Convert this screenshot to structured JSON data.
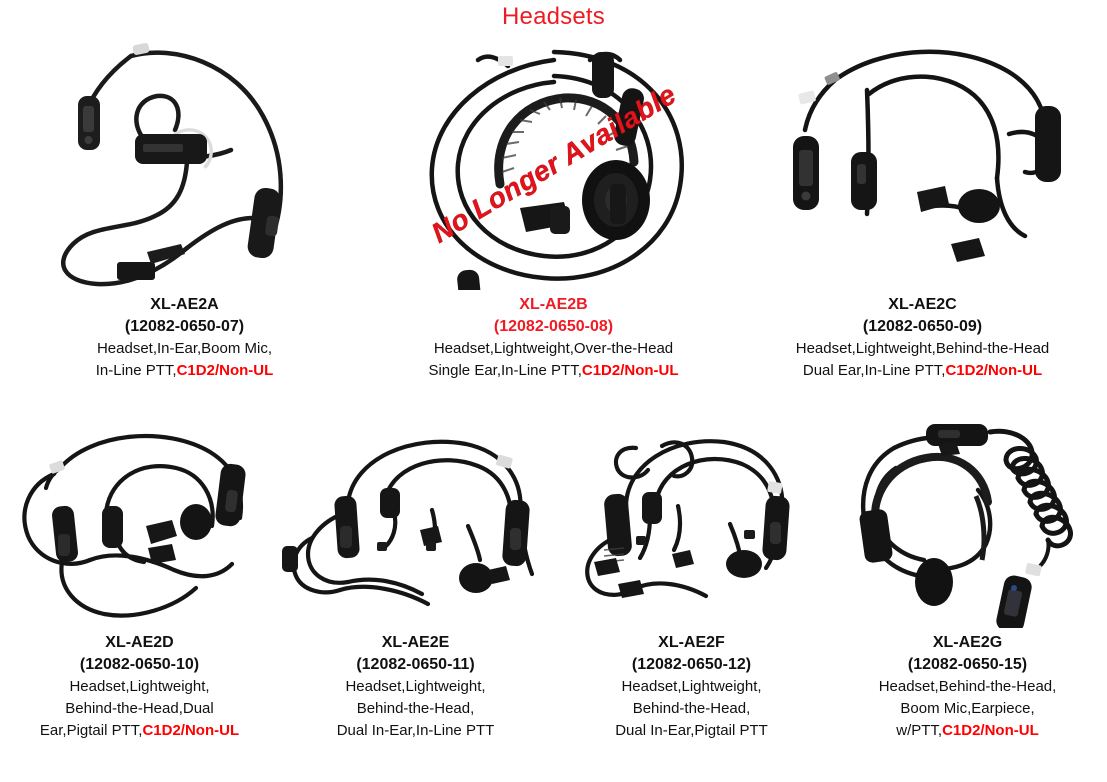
{
  "page": {
    "title": "Headsets",
    "title_color": "#ed1c24",
    "background_color": "#ffffff",
    "flag_color": "#ff0000",
    "discontinued_color": "#ee1c25",
    "watermark_text": "No Longer Available"
  },
  "rows": [
    {
      "products": [
        {
          "image_name": "headset-photo-xl-ae2a",
          "model": "XL-AE2A",
          "part_number": "(12082-0650-07)",
          "desc_lines": [
            {
              "text": "Headset,In-Ear,Boom Mic,",
              "flag": ""
            },
            {
              "text": "In-Line PTT,",
              "flag": "C1D2/Non-UL"
            }
          ],
          "discontinued": false,
          "watermark": ""
        },
        {
          "image_name": "headset-photo-xl-ae2b",
          "model": "XL-AE2B",
          "part_number": "(12082-0650-08)",
          "desc_lines": [
            {
              "text": "Headset,Lightweight,Over-the-Head",
              "flag": ""
            },
            {
              "text": "Single Ear,In-Line PTT,",
              "flag": "C1D2/Non-UL"
            }
          ],
          "discontinued": true,
          "watermark": "No Longer Available"
        },
        {
          "image_name": "headset-photo-xl-ae2c",
          "model": "XL-AE2C",
          "part_number": "(12082-0650-09)",
          "desc_lines": [
            {
              "text": "Headset,Lightweight,Behind-the-Head",
              "flag": ""
            },
            {
              "text": "Dual Ear,In-Line PTT,",
              "flag": "C1D2/Non-UL"
            }
          ],
          "discontinued": false,
          "watermark": ""
        }
      ]
    },
    {
      "products": [
        {
          "image_name": "headset-photo-xl-ae2d",
          "model": "XL-AE2D",
          "part_number": "(12082-0650-10)",
          "desc_lines": [
            {
              "text": "Headset,Lightweight,",
              "flag": ""
            },
            {
              "text": "Behind-the-Head,Dual",
              "flag": ""
            },
            {
              "text": "Ear,Pigtail PTT,",
              "flag": "C1D2/Non-UL"
            }
          ],
          "discontinued": false,
          "watermark": ""
        },
        {
          "image_name": "headset-photo-xl-ae2e",
          "model": "XL-AE2E",
          "part_number": "(12082-0650-11)",
          "desc_lines": [
            {
              "text": "Headset,Lightweight,",
              "flag": ""
            },
            {
              "text": "Behind-the-Head,",
              "flag": ""
            },
            {
              "text": "Dual In-Ear,In-Line PTT",
              "flag": ""
            }
          ],
          "discontinued": false,
          "watermark": ""
        },
        {
          "image_name": "headset-photo-xl-ae2f",
          "model": "XL-AE2F",
          "part_number": "(12082-0650-12)",
          "desc_lines": [
            {
              "text": "Headset,Lightweight,",
              "flag": ""
            },
            {
              "text": "Behind-the-Head,",
              "flag": ""
            },
            {
              "text": "Dual In-Ear,Pigtail PTT",
              "flag": ""
            }
          ],
          "discontinued": false,
          "watermark": ""
        },
        {
          "image_name": "headset-photo-xl-ae2g",
          "model": "XL-AE2G",
          "part_number": "(12082-0650-15)",
          "desc_lines": [
            {
              "text": "Headset,Behind-the-Head,",
              "flag": ""
            },
            {
              "text": "Boom Mic,Earpiece,",
              "flag": ""
            },
            {
              "text": "w/PTT,",
              "flag": "C1D2/Non-UL"
            }
          ],
          "discontinued": false,
          "watermark": ""
        }
      ]
    }
  ]
}
